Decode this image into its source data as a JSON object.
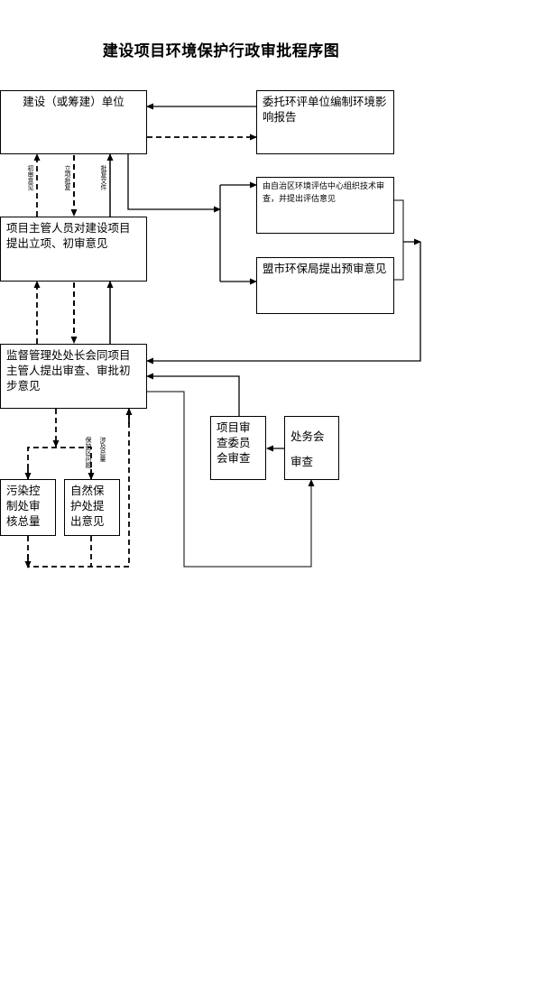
{
  "title": "建设项目环境保护行政审批程序图",
  "boxes": {
    "builder": "建设（或筹建）单位",
    "commission": "委托环评单位编制环境影响报告",
    "center_review": "由自治区环境评估中心组织技术审查，并提出评估意见",
    "league_bureau": "盟市环保局提出预审意见",
    "project_manager": "项目主管人员对建设项目提出立项、初审意见",
    "supervision": "监督管理处处长会同项目主管人提出审查、审批初步意见",
    "committee": "项目审查委员会审查",
    "office_meeting_1": "处务会",
    "office_meeting_2": "审查",
    "pollution": "污染控制处审核总量",
    "nature": "自然保护处提出意见"
  },
  "labels": {
    "first_review": "初审意见",
    "project_approval": "立项批复",
    "approval_docs": "批复文件",
    "protection_zone": "保护区问题",
    "total_issues": "涉及总量"
  }
}
